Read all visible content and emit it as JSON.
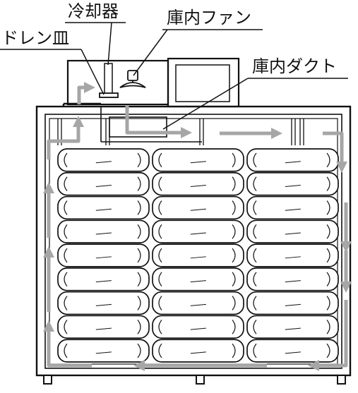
{
  "labels": {
    "cooler": "冷却器",
    "fan": "庫内ファン",
    "drain_pan": "ドレン皿",
    "duct": "庫内ダクト"
  },
  "colors": {
    "airflow": "#a6a6a6",
    "line": "#111111",
    "background": "#ffffff",
    "grille": "#4d4d4d"
  },
  "grid": {
    "rows": 9,
    "columns": 3
  }
}
